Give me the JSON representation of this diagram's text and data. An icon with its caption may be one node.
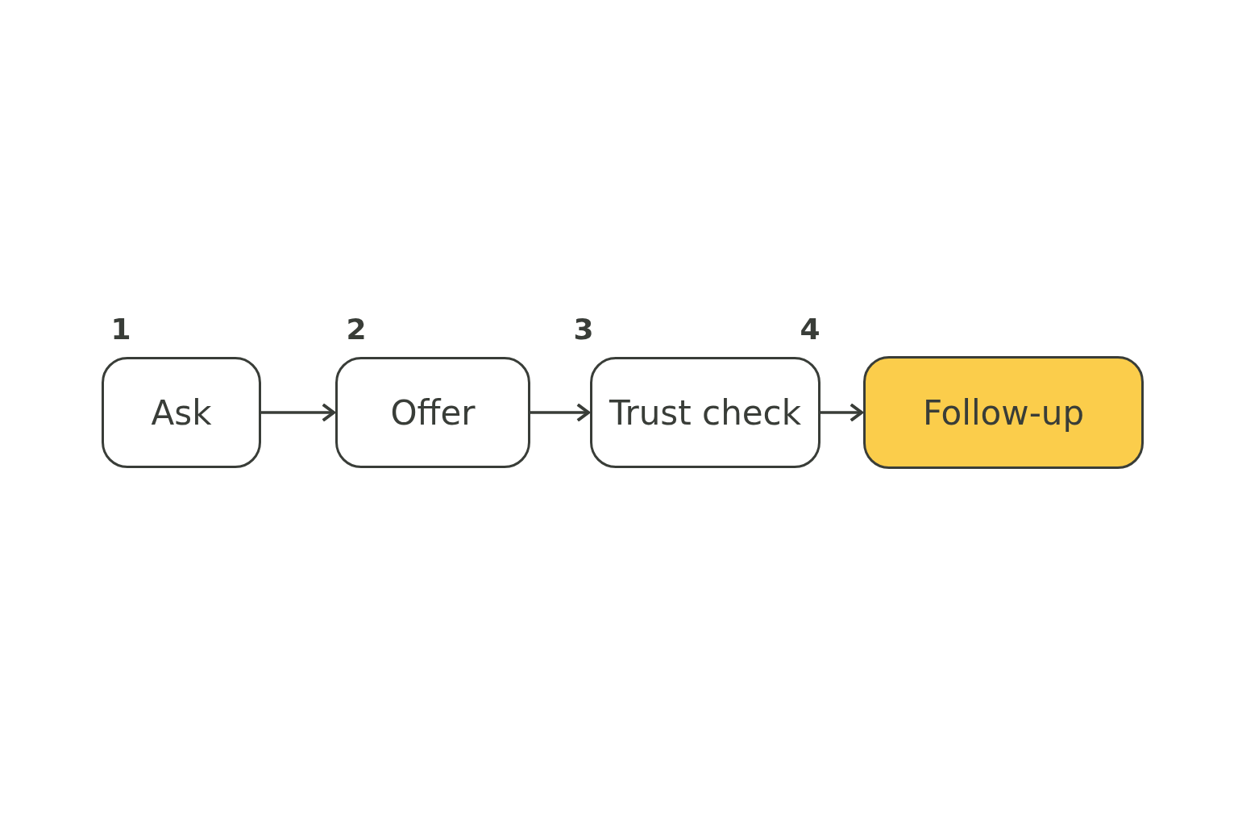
{
  "diagram": {
    "nodes": [
      {
        "text": [
          "Ask"
        ]
      },
      {
        "text": [
          "Offer"
        ]
      },
      {
        "text": [
          "Trust check"
        ]
      },
      {
        "text": [
          "Follow-up"
        ]
      }
    ],
    "edges": [
      {
        "from": 0,
        "to": 1,
        "arrow": "to"
      },
      {
        "from": 1,
        "to": 2,
        "arrow": "to"
      },
      {
        "from": 2,
        "to": 3,
        "arrow": "to"
      }
    ],
    "labels": [
      "1",
      "2",
      "3",
      "4"
    ]
  }
}
